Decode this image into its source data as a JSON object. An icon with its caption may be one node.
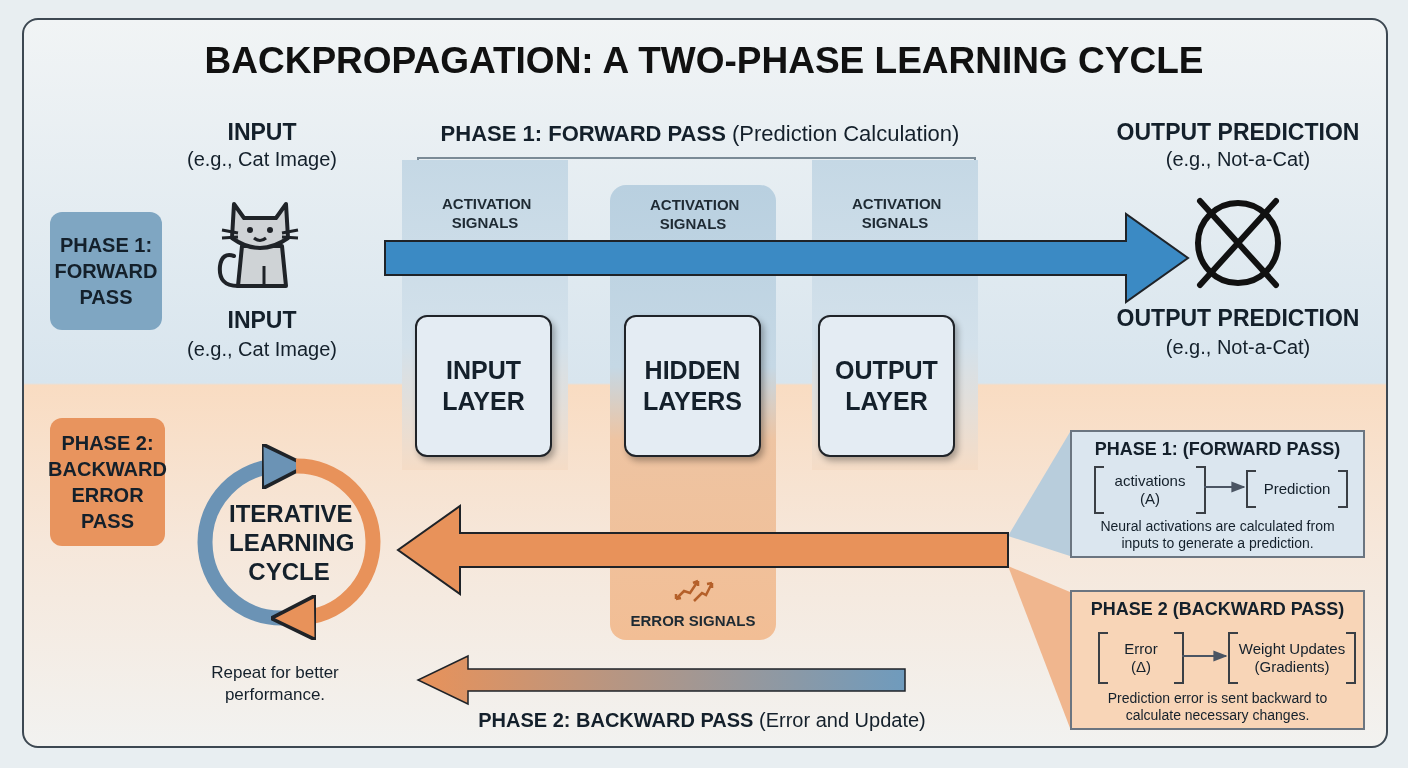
{
  "diagram": {
    "title": "BACKPROPAGATION: A TWO-PHASE LEARNING CYCLE",
    "nodes": [
      {
        "text": [
          "PHASE 1: FORWARD PASS"
        ]
      },
      {
        "text": [],
        "shape": "picture",
        "beside": [
          "INPUT",
          "(e.g., Cat Image)",
          "INPUT",
          "(e.g., Cat Image)"
        ]
      },
      {
        "text": [],
        "shape": "circle",
        "beside": [
          "OUTPUT PREDICTION",
          "(e.g., Not-a-Cat)",
          "OUTPUT PREDICTION",
          "(e.g., Not-a-Cat)"
        ]
      },
      {
        "text": [
          "ACTIVATION SIGNALS"
        ]
      },
      {
        "text": [
          "INPUT LAYER"
        ],
        "in": 3
      },
      {
        "text": [
          "ACTIVATION SIGNALS",
          "ERROR SIGNALS"
        ]
      },
      {
        "text": [
          "HIDDEN LAYERS"
        ],
        "in": 5
      },
      {
        "text": [
          "ACTIVATION SIGNALS"
        ]
      },
      {
        "text": [
          "OUTPUT LAYER"
        ],
        "in": 7
      },
      {
        "text": [
          "PHASE 2: BACKWARD ERROR PASS"
        ]
      },
      {
        "text": [
          "ITERATIVE LEARNING CYCLE"
        ],
        "beside": [
          "Repeat for better performance."
        ]
      },
      {
        "text": [
          "PHASE 1: (FORWARD PASS)",
          "Neural activations are calculated from inputs to generate a prediction."
        ]
      },
      {
        "text": [
          "activations (A)"
        ],
        "in": 11
      },
      {
        "text": [
          "Prediction"
        ],
        "in": 11
      },
      {
        "text": [
          "PHASE 2 (BACKWARD PASS)",
          "Prediction error is sent backward to calculate necessary changes."
        ]
      },
      {
        "text": [
          "Error (Δ)"
        ],
        "in": 14
      },
      {
        "text": [
          "Weight Updates (Gradients)"
        ],
        "in": 14
      },
      {
        "text": [],
        "shape": "triangle"
      },
      {
        "text": [],
        "shape": "triangle"
      }
    ],
    "edges": [
      {
        "from": null,
        "to": 2,
        "arrow": "to",
        "style": "thick",
        "color": "#3b8ac4"
      },
      {
        "from": null,
        "to": 10,
        "arrow": "to",
        "style": "thick",
        "color": "#e8925a"
      },
      {
        "from": 12,
        "to": 13,
        "arrow": "to"
      },
      {
        "from": 15,
        "to": 16,
        "arrow": "to"
      }
    ],
    "labels": [
      "**PHASE 1: FORWARD PASS** (Prediction Calculation)",
      "**PHASE 2: BACKWARD PASS** (Error and Update)"
    ]
  }
}
